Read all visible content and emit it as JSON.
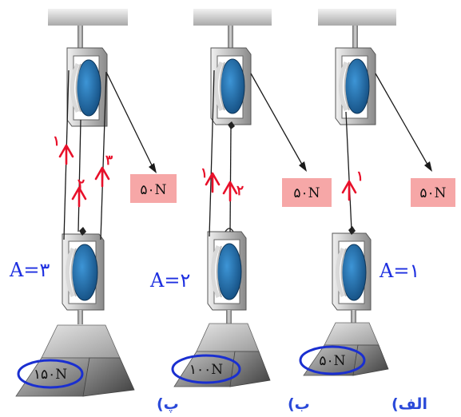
{
  "systems": [
    {
      "id": "alef",
      "caption": "الف)",
      "advantage_label": "A=۱",
      "applied_force": "۵۰N",
      "load_weight": "۵۰N",
      "strand_labels": [
        "۱"
      ]
    },
    {
      "id": "be",
      "caption": "ب)",
      "advantage_label": "A=۲",
      "applied_force": "۵۰N",
      "load_weight": "۱۰۰N",
      "strand_labels": [
        "۱",
        "۲"
      ]
    },
    {
      "id": "pe",
      "caption": "پ)",
      "advantage_label": "A=۳",
      "applied_force": "۵۰N",
      "load_weight": "۱۵۰N",
      "strand_labels": [
        "۱",
        "۲",
        "۳"
      ]
    }
  ],
  "colors": {
    "arrow": "#e8102a",
    "advantage_text": "#1d2fe0",
    "caption_text": "#2a49d9",
    "force_box": "#f6a7a7",
    "ellipse": "#1a2fd0",
    "sheave": "#1e6fb0",
    "frame": "#8c8c8c",
    "rope": "#1a1a1a"
  }
}
